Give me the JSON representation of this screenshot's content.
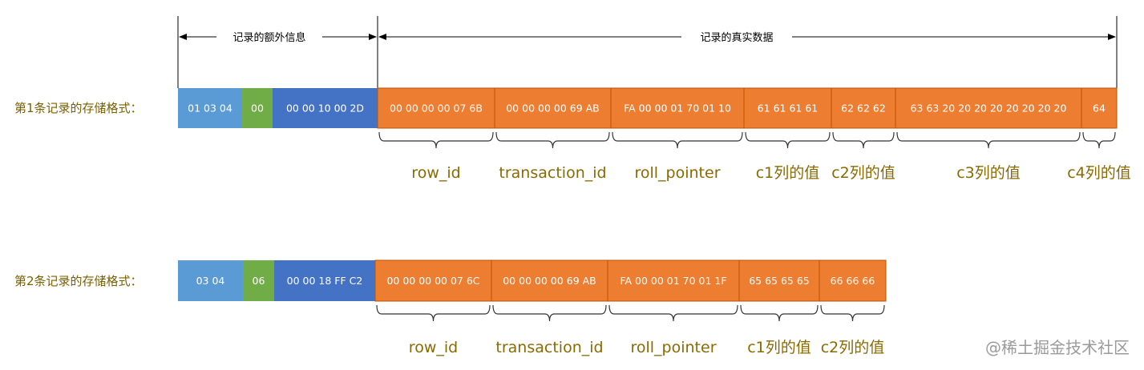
{
  "header": {
    "extra_info_label": "记录的额外信息",
    "real_data_label": "记录的真实数据"
  },
  "rows": [
    {
      "label": "第1条记录的存储格式：",
      "cells": [
        {
          "text": "01 03 04",
          "color": "#5b9bd5"
        },
        {
          "text": "00",
          "color": "#70ad47"
        },
        {
          "text": "00 00 10 00 2D",
          "color": "#4472c4"
        },
        {
          "text": "00 00 00 00 07 6B",
          "color": "#ed7d31"
        },
        {
          "text": "00 00 00 00 69 AB",
          "color": "#ed7d31"
        },
        {
          "text": "FA 00 00 01 70 01 10",
          "color": "#ed7d31"
        },
        {
          "text": "61 61 61 61",
          "color": "#ed7d31"
        },
        {
          "text": "62 62 62",
          "color": "#ed7d31"
        },
        {
          "text": "63 63 20 20 20 20 20 20 20 20",
          "color": "#ed7d31"
        },
        {
          "text": "64",
          "color": "#ed7d31"
        }
      ],
      "fields": [
        "row_id",
        "transaction_id",
        "roll_pointer",
        "c1列的值",
        "c2列的值",
        "c3列的值",
        "c4列的值"
      ]
    },
    {
      "label": "第2条记录的存储格式：",
      "cells": [
        {
          "text": "03 04",
          "color": "#5b9bd5"
        },
        {
          "text": "06",
          "color": "#70ad47"
        },
        {
          "text": "00 00 18 FF C2",
          "color": "#4472c4"
        },
        {
          "text": "00 00 00 00 07 6C",
          "color": "#ed7d31"
        },
        {
          "text": "00 00 00 00 69 AB",
          "color": "#ed7d31"
        },
        {
          "text": "FA 00 00 01 70 01 1F",
          "color": "#ed7d31"
        },
        {
          "text": "65 65 65 65",
          "color": "#ed7d31"
        },
        {
          "text": "66 66 66",
          "color": "#ed7d31"
        }
      ],
      "fields": [
        "row_id",
        "transaction_id",
        "roll_pointer",
        "c1列的值",
        "c2列的值"
      ]
    }
  ],
  "watermark": "@稀土掘金技术社区"
}
